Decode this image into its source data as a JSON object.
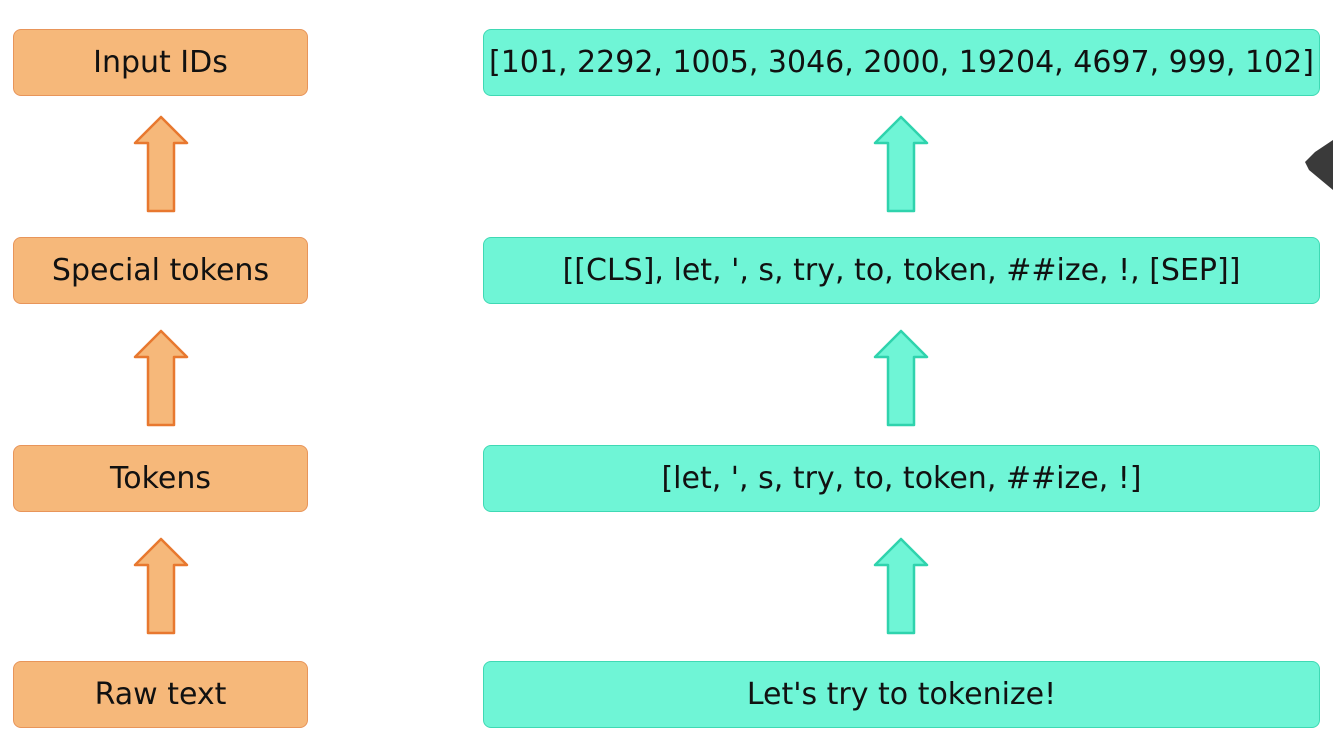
{
  "stages": [
    {
      "key": "input_ids",
      "label": "Input IDs",
      "value": "[101, 2292, 1005, 3046, 2000, 19204, 4697, 999, 102]"
    },
    {
      "key": "special_tokens",
      "label": "Special tokens",
      "value": "[[CLS], let, ', s, try, to, token, ##ize, !, [SEP]]"
    },
    {
      "key": "tokens",
      "label": "Tokens",
      "value": "[let, ', s, try, to, token, ##ize, !]"
    },
    {
      "key": "raw_text",
      "label": "Raw text",
      "value": "Let's try to tokenize!"
    }
  ],
  "colors": {
    "stage_fill": "#f6b87a",
    "stage_border": "#e8955a",
    "stage_arrow_fill": "#f6b87a",
    "stage_arrow_stroke": "#e8782f",
    "value_fill": "#6ff5d6",
    "value_border": "#3fd9b4",
    "value_arrow_fill": "#6ff5d6",
    "value_arrow_stroke": "#2fd3ad"
  },
  "icons": {
    "arrow": "up-arrow-icon",
    "corner": "partial-dark-shape"
  }
}
